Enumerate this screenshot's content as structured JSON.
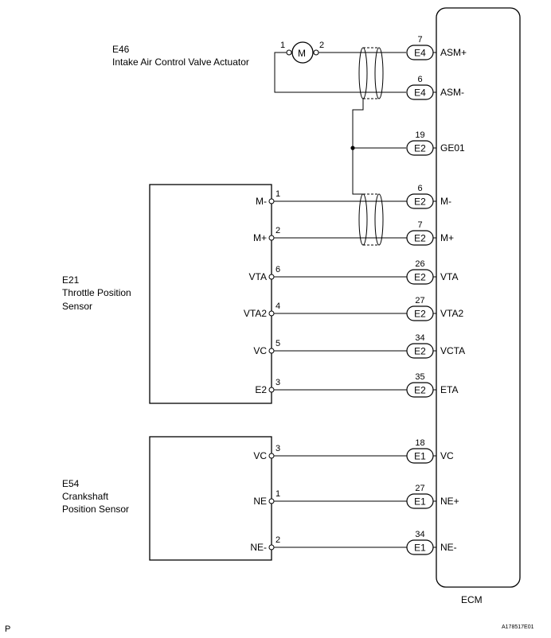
{
  "ecm": {
    "label": "ECM"
  },
  "page_marker": "P",
  "figure_code": "A178517E01",
  "components": [
    {
      "id": "E46",
      "name": "Intake Air Control Valve Actuator",
      "motor_symbol": "M",
      "pin_left": "1",
      "pin_right": "2"
    },
    {
      "id": "E21",
      "name_line1": "Throttle Position",
      "name_line2": "Sensor"
    },
    {
      "id": "E54",
      "name_line1": "Crankshaft",
      "name_line2": "Position Sensor"
    }
  ],
  "wires": [
    {
      "sensor_terminal": "",
      "sensor_pin": "",
      "ecm_connector": "E4",
      "ecm_pin": "7",
      "ecm_terminal": "ASM+"
    },
    {
      "sensor_terminal": "",
      "sensor_pin": "",
      "ecm_connector": "E4",
      "ecm_pin": "6",
      "ecm_terminal": "ASM-"
    },
    {
      "sensor_terminal": "",
      "sensor_pin": "",
      "ecm_connector": "E2",
      "ecm_pin": "19",
      "ecm_terminal": "GE01"
    },
    {
      "sensor_terminal": "M-",
      "sensor_pin": "1",
      "ecm_connector": "E2",
      "ecm_pin": "6",
      "ecm_terminal": "M-"
    },
    {
      "sensor_terminal": "M+",
      "sensor_pin": "2",
      "ecm_connector": "E2",
      "ecm_pin": "7",
      "ecm_terminal": "M+"
    },
    {
      "sensor_terminal": "VTA",
      "sensor_pin": "6",
      "ecm_connector": "E2",
      "ecm_pin": "26",
      "ecm_terminal": "VTA"
    },
    {
      "sensor_terminal": "VTA2",
      "sensor_pin": "4",
      "ecm_connector": "E2",
      "ecm_pin": "27",
      "ecm_terminal": "VTA2"
    },
    {
      "sensor_terminal": "VC",
      "sensor_pin": "5",
      "ecm_connector": "E2",
      "ecm_pin": "34",
      "ecm_terminal": "VCTA"
    },
    {
      "sensor_terminal": "E2",
      "sensor_pin": "3",
      "ecm_connector": "E2",
      "ecm_pin": "35",
      "ecm_terminal": "ETA"
    },
    {
      "sensor_terminal": "VC",
      "sensor_pin": "3",
      "ecm_connector": "E1",
      "ecm_pin": "18",
      "ecm_terminal": "VC"
    },
    {
      "sensor_terminal": "NE",
      "sensor_pin": "1",
      "ecm_connector": "E1",
      "ecm_pin": "27",
      "ecm_terminal": "NE+"
    },
    {
      "sensor_terminal": "NE-",
      "sensor_pin": "2",
      "ecm_connector": "E1",
      "ecm_pin": "34",
      "ecm_terminal": "NE-"
    }
  ]
}
